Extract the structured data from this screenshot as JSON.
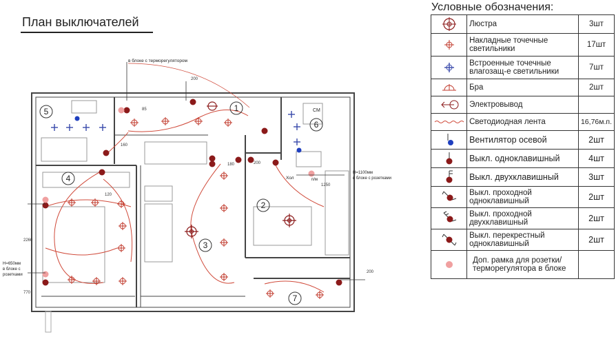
{
  "title": "План выключателей",
  "plan": {
    "rooms": [
      "1",
      "2",
      "3",
      "4",
      "5",
      "6",
      "7"
    ],
    "notes": {
      "thermostat_block": "в блоке с терморегулятором",
      "h1100": "Н=1100мм",
      "h1100_sub": "в блоке с розетками",
      "h650": "Н=650мм",
      "h650_sub1": "в блоке с",
      "h650_sub2": "розетками",
      "hol": "Хол",
      "pm": "п/м",
      "sm": "СМ"
    },
    "dims": {
      "d200_top": "200",
      "d85": "85",
      "d160": "160",
      "d180": "180",
      "d200_mid": "200",
      "d120": "120",
      "d1250": "1250",
      "d2260": "2260",
      "d770": "770",
      "d200_right": "200"
    }
  },
  "legend": {
    "title": "Условные обозначения:",
    "rows": [
      {
        "icon": "chandelier-icon",
        "label": "Люстра",
        "qty": "3шт"
      },
      {
        "icon": "surface-spotlight-icon",
        "label": "Накладные точечные светильники",
        "qty": "17шт"
      },
      {
        "icon": "recessed-spotlight-icon",
        "label": "Встроенные точечные влагозащ-е светильники",
        "qty": "7шт"
      },
      {
        "icon": "wall-lamp-icon",
        "label": "Бра",
        "qty": "2шт"
      },
      {
        "icon": "electric-outlet-icon",
        "label": "Электровывод",
        "qty": ""
      },
      {
        "icon": "led-strip-icon",
        "label": "Светодиодная лента",
        "qty": "16,76м.п."
      },
      {
        "icon": "axial-fan-icon",
        "label": "Вентилятор осевой",
        "qty": "2шт"
      },
      {
        "icon": "single-switch-icon",
        "label": "Выкл. одноклавишный",
        "qty": "4шт"
      },
      {
        "icon": "double-switch-icon",
        "label": "Выкл. двухклавишный",
        "qty": "3шт"
      },
      {
        "icon": "pass-single-switch-icon",
        "label": "Выкл. проходной одноклавишный",
        "qty": "2шт"
      },
      {
        "icon": "pass-double-switch-icon",
        "label": "Выкл. проходной двухклавишный",
        "qty": "2шт"
      },
      {
        "icon": "cross-switch-icon",
        "label": "Выкл. перекрестный одноклавишный",
        "qty": "2шт"
      },
      {
        "icon": "extra-frame-icon",
        "label": "Доп. рамка для розетки/терморегулятора в блоке",
        "qty": ""
      }
    ]
  },
  "colors": {
    "switch": "#8b1a1a",
    "spotlight": "#c0392b",
    "recessed": "#3949ab",
    "wire": "#d04a3a",
    "frame": "#f0a0a0",
    "wall": "#444444"
  }
}
